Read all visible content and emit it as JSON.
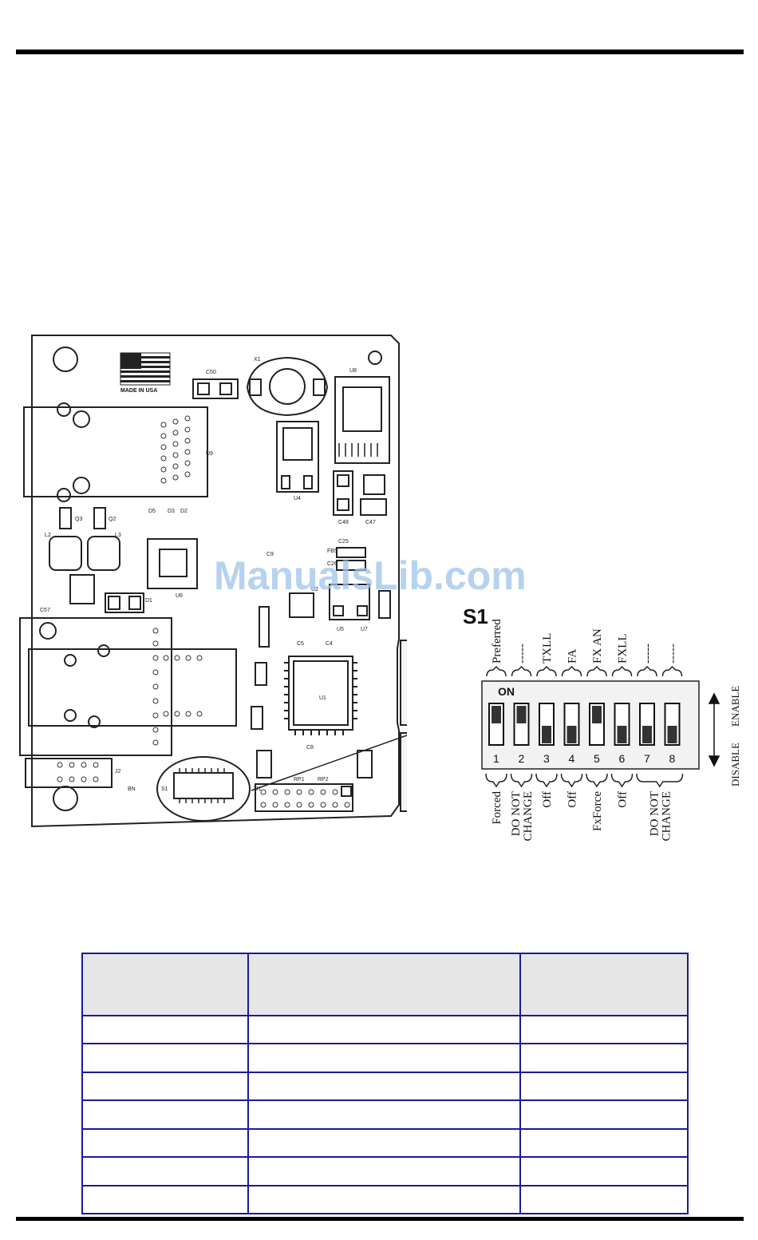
{
  "watermark": "ManualsLib.com",
  "board": {
    "flag_text": "MADE IN USA",
    "labels": [
      "C50",
      "X1",
      "U8",
      "U4",
      "C48",
      "C47",
      "U9",
      "Q3",
      "Q2",
      "L2",
      "L3",
      "D5",
      "D3",
      "D2",
      "D1",
      "C57",
      "U6",
      "C9",
      "U2",
      "C25",
      "FB5",
      "C26",
      "U5",
      "U7",
      "U1",
      "S1",
      "BN",
      "RP1",
      "RP2",
      "J1",
      "J2",
      "C4",
      "C5",
      "C8"
    ]
  },
  "switch": {
    "name": "S1",
    "on_label": "ON",
    "top_labels": [
      "Preferred",
      "-----",
      "TXLL",
      "FA",
      "FX AN",
      "FXLL",
      "-----",
      "-----"
    ],
    "positions": [
      "1",
      "2",
      "3",
      "4",
      "5",
      "6",
      "7",
      "8"
    ],
    "states": [
      "up",
      "up",
      "down",
      "down",
      "up",
      "down",
      "down",
      "down"
    ],
    "bottom_labels": [
      [
        "Forced"
      ],
      [
        "DO NOT",
        "CHANGE"
      ],
      [
        "Off"
      ],
      [
        "Off"
      ],
      [
        "FxForce"
      ],
      [
        "Off"
      ],
      [
        "DO NOT",
        "CHANGE"
      ]
    ],
    "enable_label": "ENABLE",
    "disable_label": "DISABLE"
  },
  "table": {
    "header": [
      "",
      "",
      ""
    ],
    "rows": [
      [
        "",
        "",
        ""
      ],
      [
        "",
        "",
        ""
      ],
      [
        "",
        "",
        ""
      ],
      [
        "",
        "",
        ""
      ],
      [
        "",
        "",
        ""
      ],
      [
        "",
        "",
        ""
      ],
      [
        "",
        "",
        ""
      ]
    ]
  }
}
